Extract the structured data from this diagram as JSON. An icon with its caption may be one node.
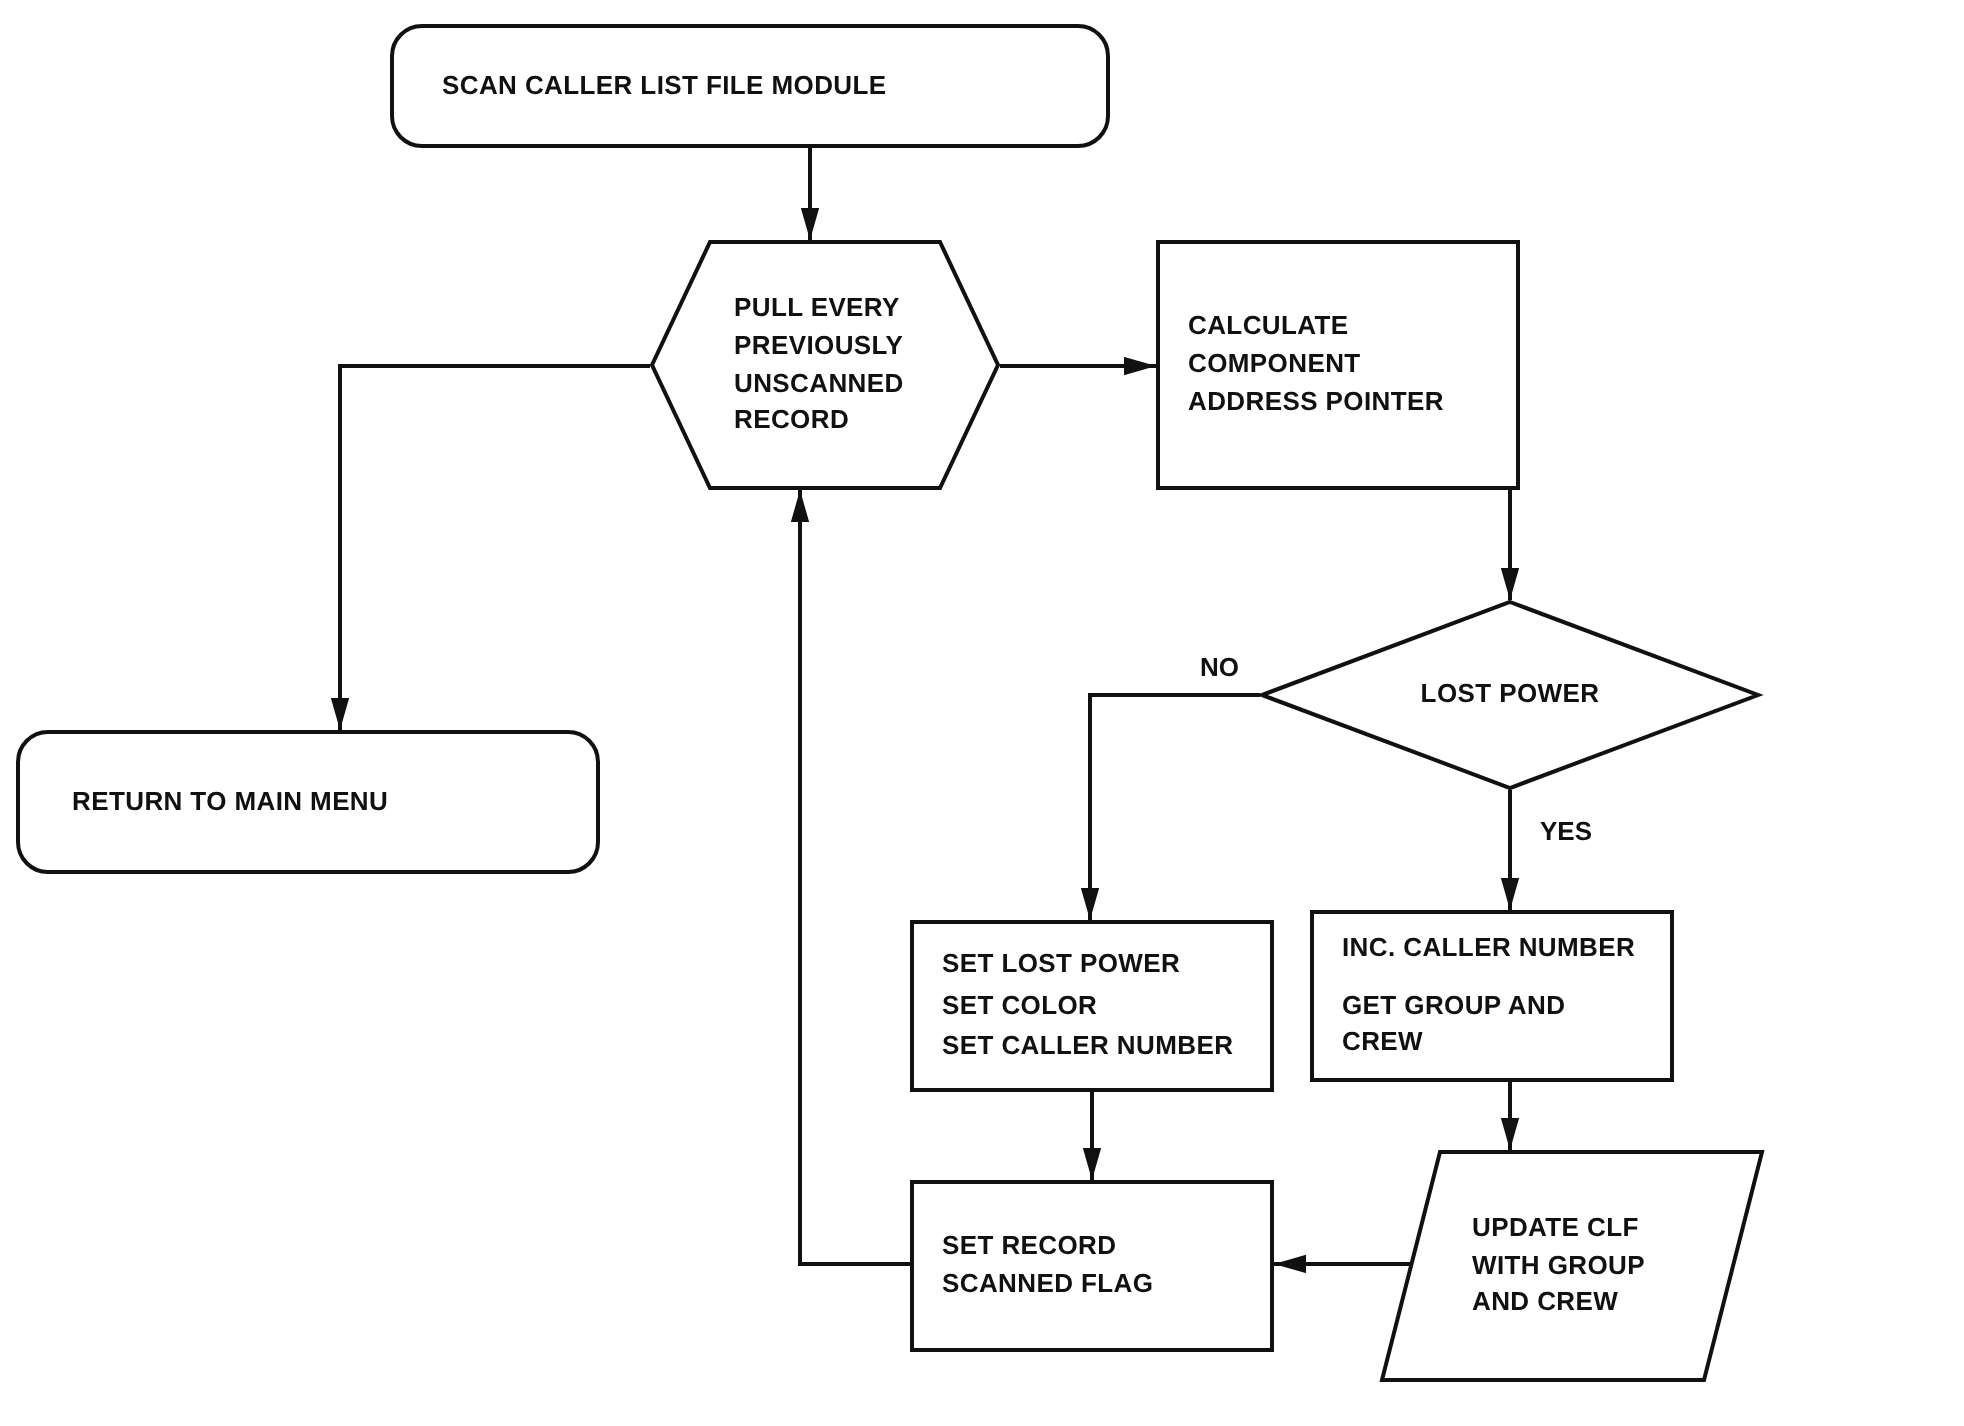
{
  "diagram": {
    "nodes": [
      {
        "text": [
          "SCAN CALLER LIST FILE MODULE"
        ]
      },
      {
        "text": [
          "PULL EVERY PREVIOUSLY UNSCANNED RECORD"
        ]
      },
      {
        "text": [
          "CALCULATE COMPONENT ADDRESS POINTER"
        ]
      },
      {
        "text": [
          "RETURN TO MAIN MENU"
        ]
      },
      {
        "text": [
          "LOST POWER"
        ]
      },
      {
        "text": [
          "SET LOST POWER",
          "SET COLOR",
          "SET CALLER NUMBER"
        ]
      },
      {
        "text": [
          "INC. CALLER NUMBER",
          "GET GROUP AND CREW"
        ]
      },
      {
        "text": [
          "UPDATE CLF WITH GROUP AND CREW"
        ]
      },
      {
        "text": [
          "SET RECORD SCANNED FLAG"
        ]
      }
    ],
    "edges": [
      {
        "from": 0,
        "to": 1,
        "arrow": "to"
      },
      {
        "from": 1,
        "to": 2,
        "arrow": "to"
      },
      {
        "from": 1,
        "to": 3,
        "arrow": "to"
      },
      {
        "from": 2,
        "to": 4,
        "arrow": "to"
      },
      {
        "from": 4,
        "to": 5,
        "arrow": "to",
        "label": "NO"
      },
      {
        "from": 4,
        "to": 6,
        "arrow": "to",
        "label": "YES"
      },
      {
        "from": 6,
        "to": 7,
        "arrow": "to"
      },
      {
        "from": 7,
        "to": 8,
        "arrow": "to"
      },
      {
        "from": 5,
        "to": 8,
        "arrow": "to"
      },
      {
        "from": 8,
        "to": 1,
        "arrow": "to"
      }
    ]
  }
}
